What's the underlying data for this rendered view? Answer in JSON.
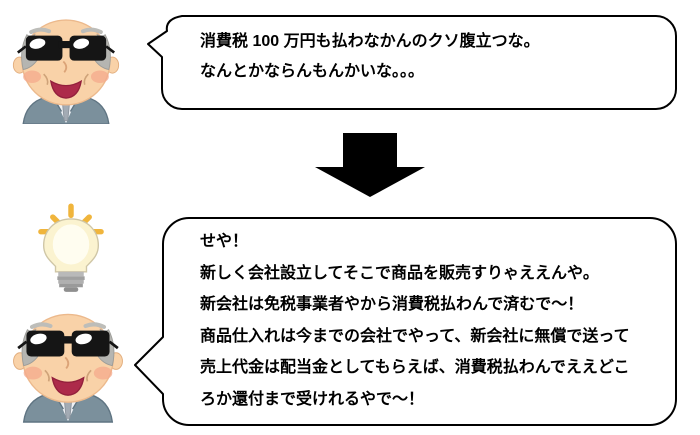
{
  "panels": {
    "top": {
      "character": "old man with sunglasses",
      "bubble_lines": [
        "消費税 100 万円も払わなかんのクソ腹立つな。",
        "なんとかならんもんかいな。。。"
      ]
    },
    "transition": {
      "arrow_direction": "down"
    },
    "bottom": {
      "character": "old man with sunglasses and idea lightbulb",
      "has_lightbulb": true,
      "bubble_lines": [
        "せや！",
        "新しく会社設立してそこで商品を販売すりゃええんや。",
        "新会社は免税事業者やから消費税払わんで済むで～！",
        "商品仕入れは今までの会社でやって、新会社に無償で送って",
        "売上代金は配当金としてもらえば、消費税払わんでええどこ",
        "ろか還付まで受けれるやで～！"
      ]
    },
    "colors": {
      "bubble_border": "#000000",
      "bubble_fill": "#ffffff",
      "arrow": "#000000",
      "text": "#000000",
      "lightbulb_rays": "#f0b53c",
      "lightbulb_glass": "#fbf3d0",
      "suit": "#7b909c",
      "skin": "#f9d2a8",
      "hair": "#b5b5b1",
      "mouth": "#ad2a4a",
      "cheeks": "#f4a98c"
    }
  }
}
